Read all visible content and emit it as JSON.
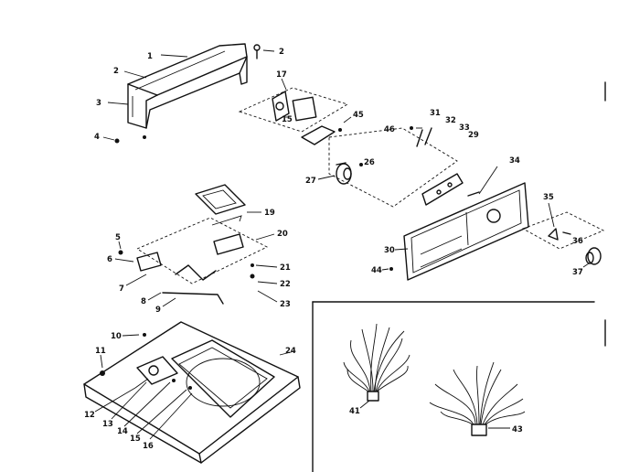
{
  "callouts": {
    "c1": "1",
    "c2a": "2",
    "c2b": "2",
    "c3": "3",
    "c4": "4",
    "c17": "17",
    "c15": "15",
    "c45": "45",
    "c31": "31",
    "c32": "32",
    "c33": "33",
    "c46": "46",
    "c29": "29",
    "c26": "26",
    "c27": "27",
    "c34": "34",
    "c35": "35",
    "c36": "36",
    "c37": "37",
    "c30": "30",
    "c44": "44",
    "c19": "19",
    "c20": "20",
    "c21": "21",
    "c22": "22",
    "c23": "23",
    "c5": "5",
    "c6": "6",
    "c7": "7",
    "c8": "8",
    "c9": "9",
    "c10": "10",
    "c11": "11",
    "c12": "12",
    "c13": "13",
    "c14": "14",
    "c15b": "15",
    "c16": "16",
    "c24": "24",
    "c41": "41",
    "c43": "43"
  }
}
